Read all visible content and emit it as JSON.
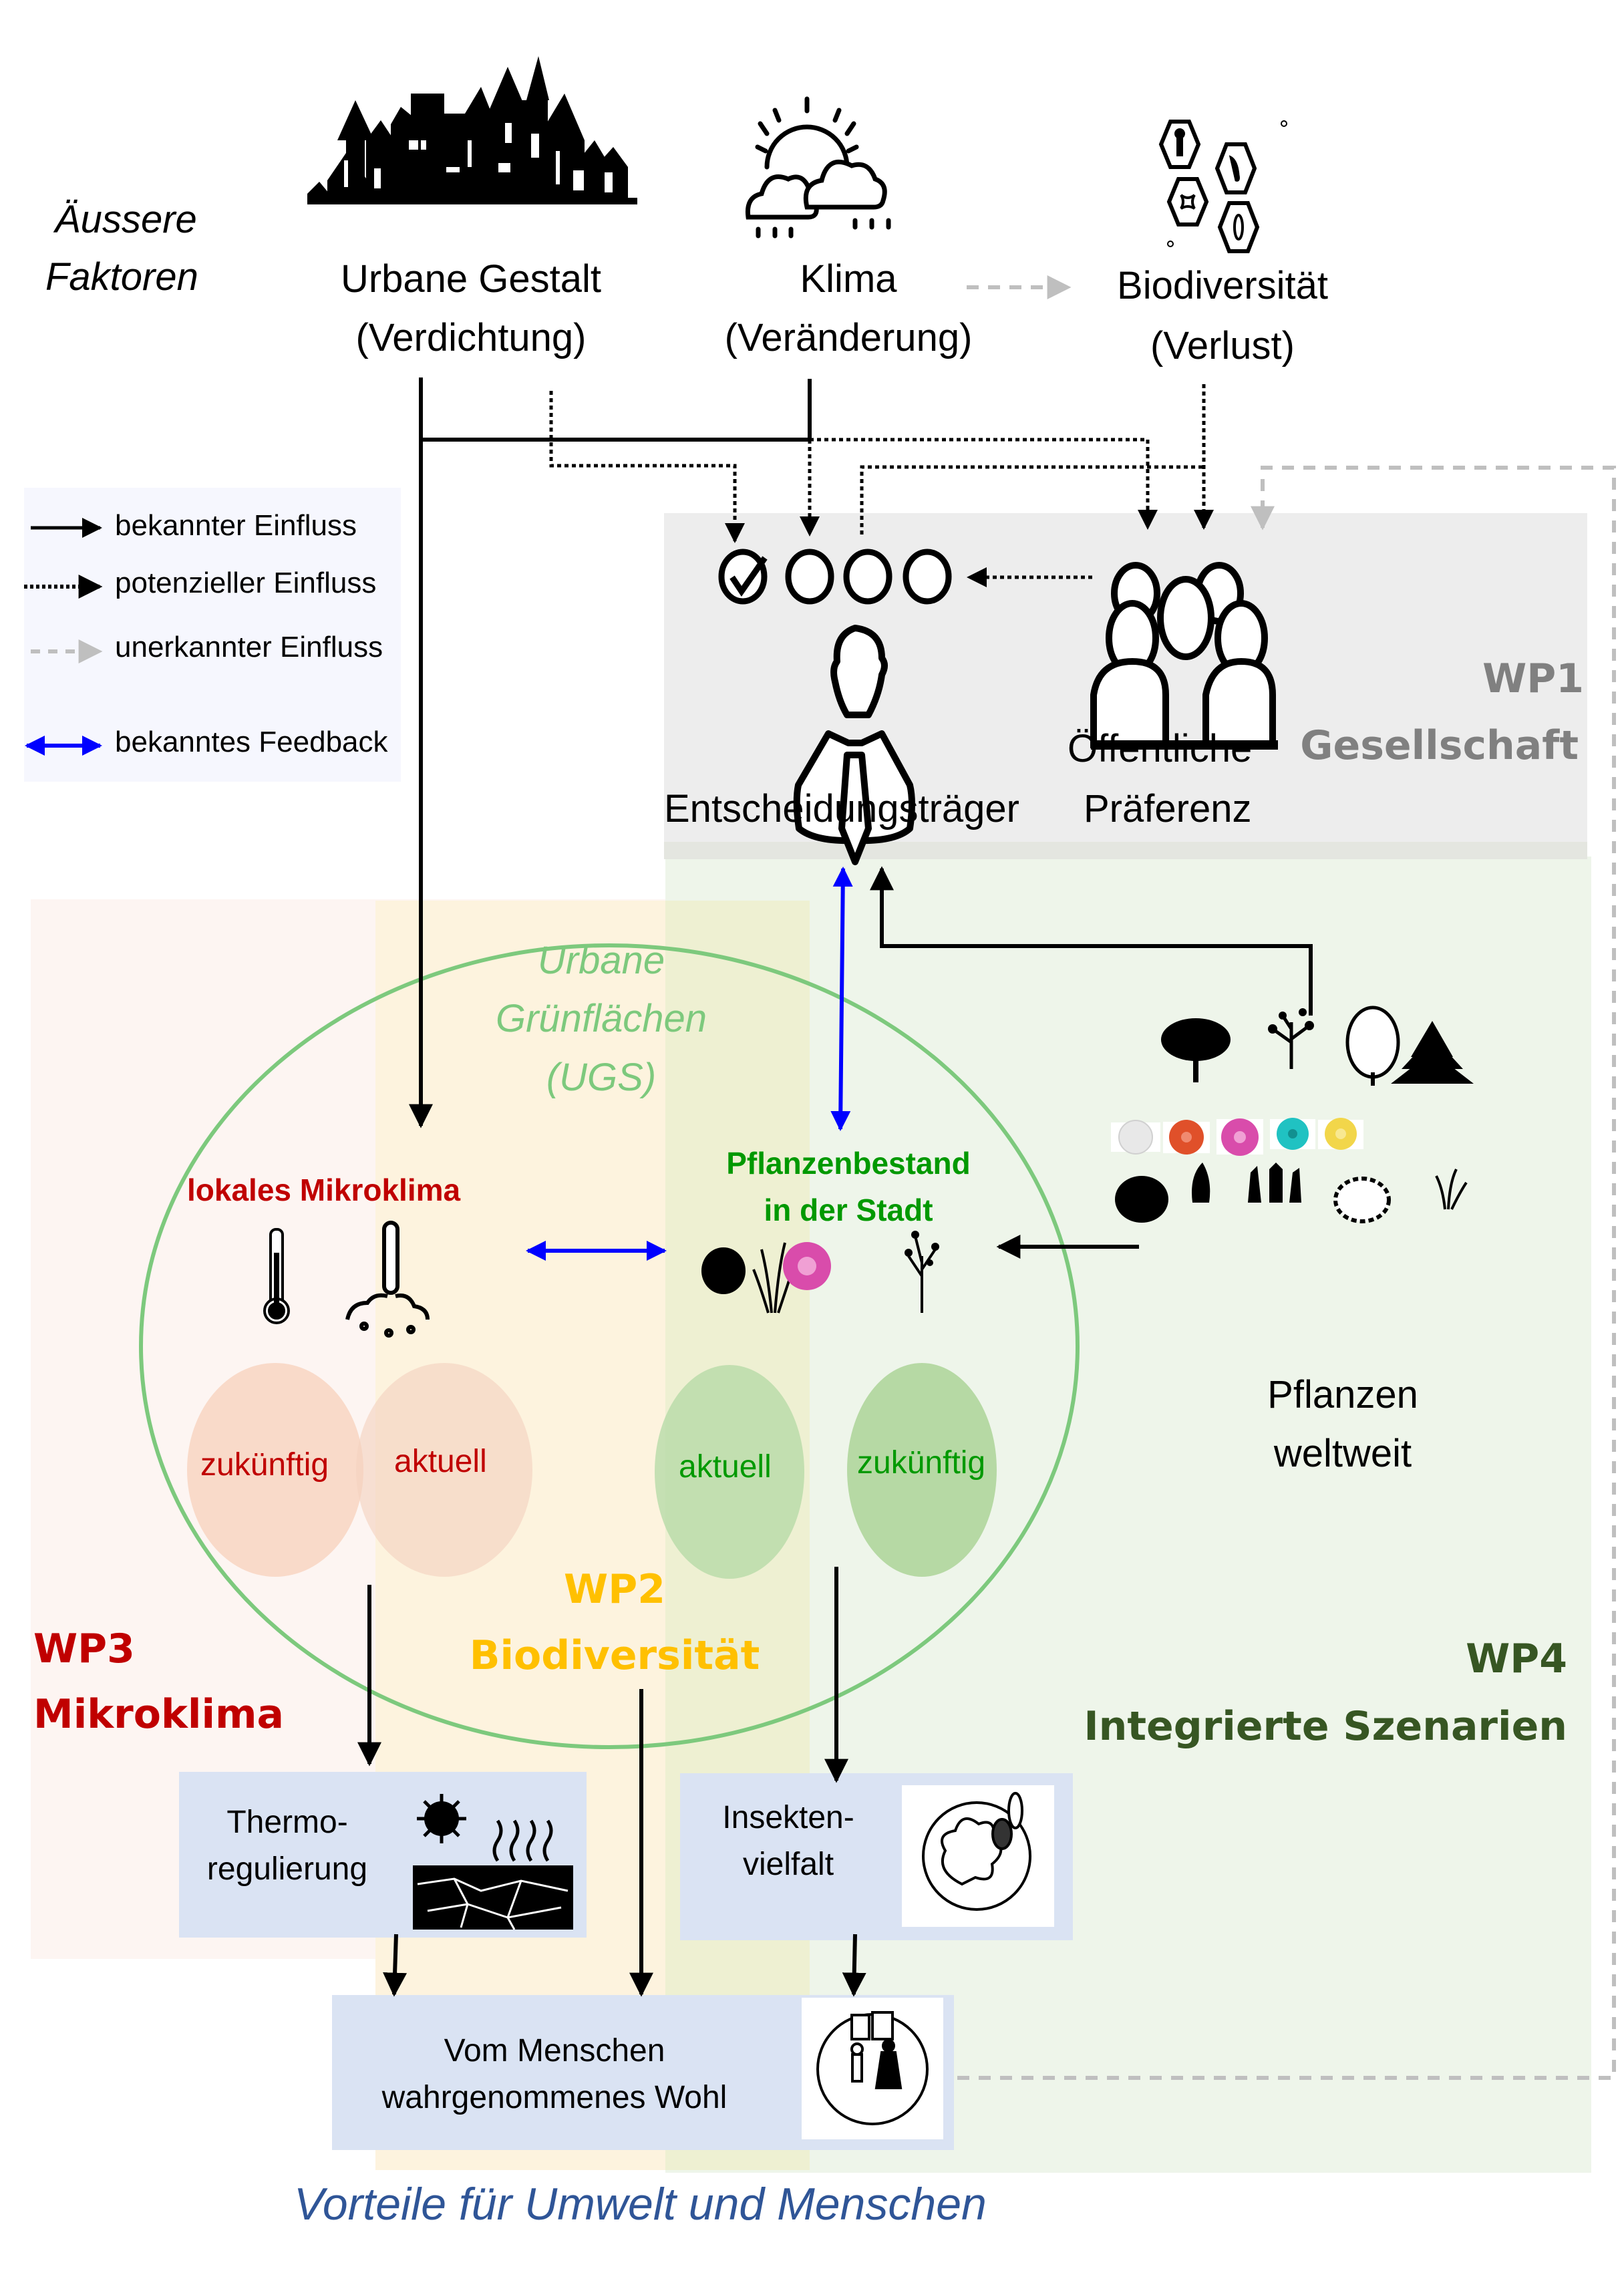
{
  "external_factors": {
    "heading_line1": "Äussere",
    "heading_line2": "Faktoren",
    "urban_form": {
      "line1": "Urbane Gestalt",
      "line2": "(Verdichtung)",
      "icon": "city-skyline-icon"
    },
    "climate": {
      "line1": "Klima",
      "line2": "(Veränderung)",
      "icon": "sun-rain-clouds-icon"
    },
    "biodiversity": {
      "line1": "Biodiversität",
      "line2": "(Verlust)",
      "icon": "biodiversity-hexagons-icon"
    }
  },
  "legend": {
    "items": [
      {
        "label": "bekannter Einfluss",
        "style": "solid",
        "color": "#000000"
      },
      {
        "label": "potenzieller Einfluss",
        "style": "dotted",
        "color": "#000000"
      },
      {
        "label": "unerkannter Einfluss",
        "style": "dashed",
        "color": "#bfbfbf"
      },
      {
        "label": "bekanntes Feedback",
        "style": "double-arrow",
        "color": "#0000ff"
      }
    ]
  },
  "wp1": {
    "number": "WP1",
    "title": "Gesellschaft",
    "decision_makers": "Entscheidungsträger",
    "public_pref_line1": "Öffentliche",
    "public_pref_line2": "Präferenz",
    "color": "#808080"
  },
  "ugs": {
    "line1": "Urbane",
    "line2": "Grünflächen",
    "line3": "(UGS)",
    "color": "#7dc97d"
  },
  "microclimate": {
    "title": "lokales Mikroklima",
    "color": "#c00000",
    "circles": [
      "zukünftig",
      "aktuell"
    ]
  },
  "plants_city": {
    "line1": "Pflanzenbestand",
    "line2": "in der Stadt",
    "color": "#009900",
    "circles": [
      "aktuell",
      "zukünftig"
    ]
  },
  "plants_world": {
    "line1": "Pflanzen",
    "line2": "weltweit",
    "flower_colors": [
      "#e8e8e8",
      "#e0502a",
      "#d94cab",
      "#20c2c2",
      "#f2d64a"
    ]
  },
  "wp3": {
    "number": "WP3",
    "title": "Mikroklima",
    "color": "#c00000"
  },
  "wp2": {
    "number": "WP2",
    "title": "Biodiversität",
    "color": "#ffc000"
  },
  "wp4": {
    "number": "WP4",
    "title": "Integrierte Szenarien",
    "color": "#375623"
  },
  "outcomes": {
    "thermo_line1": "Thermo-",
    "thermo_line2": "regulierung",
    "insect_line1": "Insekten-",
    "insect_line2": "vielfalt",
    "wellbeing_line1": "Vom Menschen",
    "wellbeing_line2": "wahrgenommenes Wohl"
  },
  "footer": "Vorteile für Umwelt und Menschen"
}
